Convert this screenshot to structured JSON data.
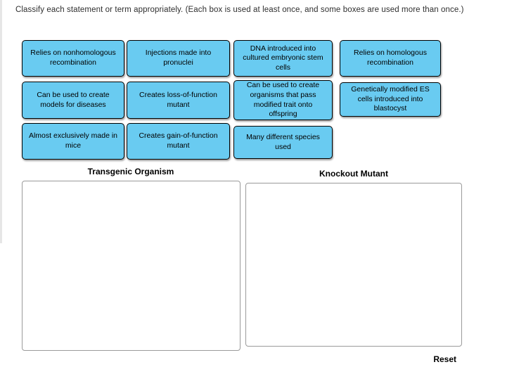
{
  "instruction": "Classify each statement or term appropriately. (Each box is used at least once, and some boxes are used more than once.)",
  "chips": [
    {
      "label": "Relies on nonhomologous recombination"
    },
    {
      "label": "Injections made into pronuclei"
    },
    {
      "label": "DNA introduced into cultured embryonic stem cells"
    },
    {
      "label": "Relies on homologous recombination"
    },
    {
      "label": "Can be used to create models for diseases"
    },
    {
      "label": "Creates loss-of-function mutant"
    },
    {
      "label": "Can be used to create organisms that pass modified trait onto offspring"
    },
    {
      "label": "Genetically modified ES cells introduced into blastocyst"
    },
    {
      "label": "Almost exclusively made in mice"
    },
    {
      "label": "Creates gain-of-function mutant"
    },
    {
      "label": "Many different species used"
    }
  ],
  "bins": [
    {
      "label": "Transgenic Organism"
    },
    {
      "label": "Knockout Mutant"
    }
  ],
  "reset_label": "Reset",
  "colors": {
    "chip_fill": "#69cbf1",
    "chip_border": "#000000",
    "dropzone_border": "#9a9a9a",
    "background": "#ffffff"
  }
}
